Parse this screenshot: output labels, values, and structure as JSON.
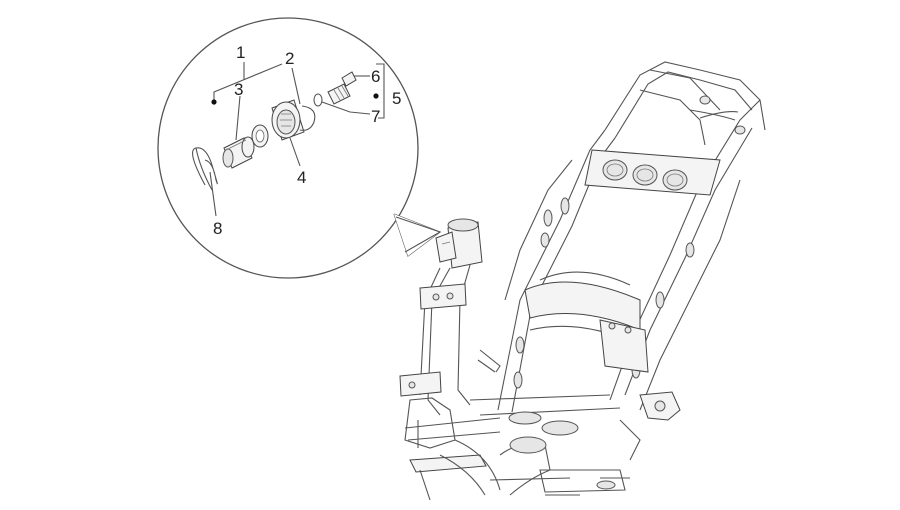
{
  "callouts": [
    {
      "id": "1",
      "text": "1"
    },
    {
      "id": "2",
      "text": "2"
    },
    {
      "id": "3",
      "text": "3"
    },
    {
      "id": "4",
      "text": "4"
    },
    {
      "id": "5",
      "text": "5"
    },
    {
      "id": "6",
      "text": "6"
    },
    {
      "id": "7",
      "text": "7"
    },
    {
      "id": "8",
      "text": "8"
    }
  ],
  "colors": {
    "line": "#555555",
    "label": "#222222",
    "background": "#ffffff"
  }
}
